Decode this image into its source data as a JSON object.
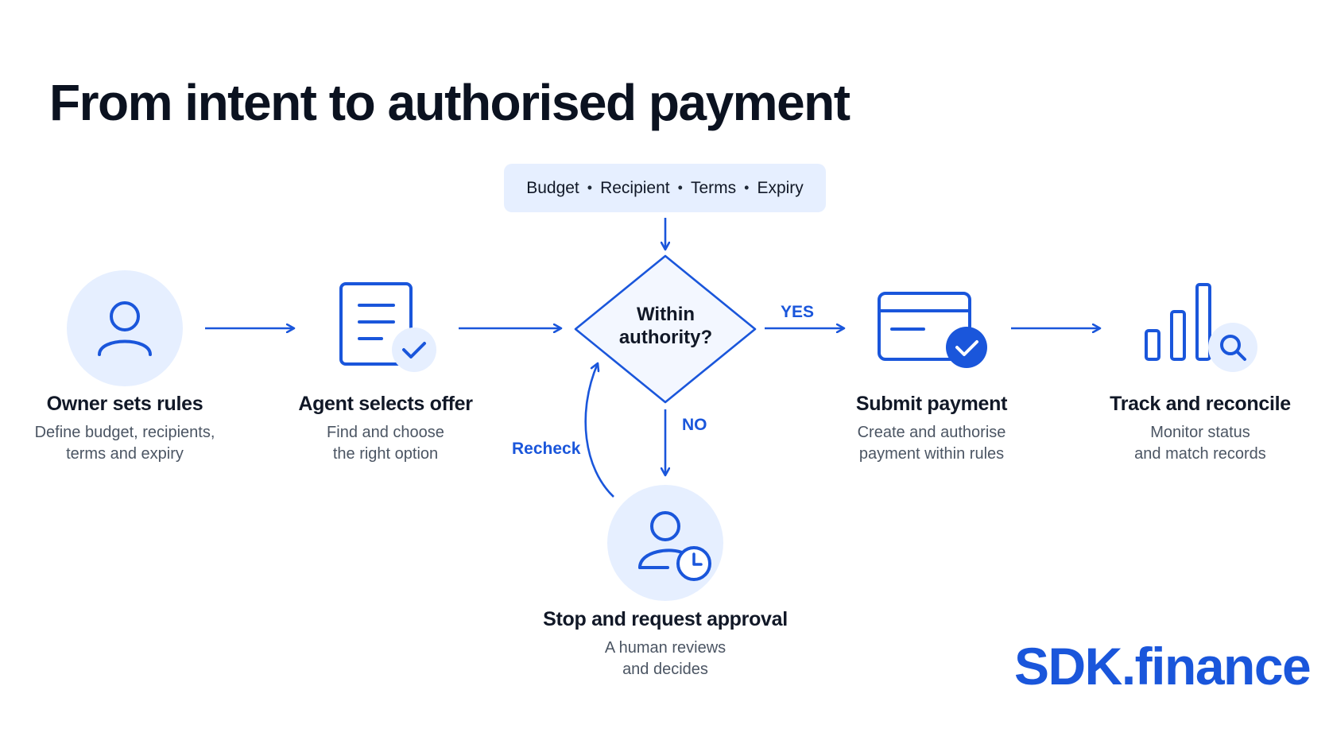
{
  "title": "From intent to authorised payment",
  "criteria": {
    "items": [
      "Budget",
      "Recipient",
      "Terms",
      "Expiry"
    ],
    "separator": "•"
  },
  "decision": {
    "label": "Within authority?",
    "yes_label": "YES",
    "no_label": "NO",
    "recheck_label": "Recheck"
  },
  "steps": {
    "owner": {
      "name": "Owner sets rules",
      "desc_line1": "Define budget, recipients,",
      "desc_line2": "terms and expiry",
      "icon": "user-icon"
    },
    "agent": {
      "name": "Agent selects offer",
      "desc_line1": "Find and choose",
      "desc_line2": "the right option",
      "icon": "document-check-icon"
    },
    "submit": {
      "name": "Submit payment",
      "desc_line1": "Create and authorise",
      "desc_line2": "payment within rules",
      "icon": "card-check-icon"
    },
    "track": {
      "name": "Track and reconcile",
      "desc_line1": "Monitor status",
      "desc_line2": "and match records",
      "icon": "chart-search-icon"
    },
    "approval": {
      "name": "Stop and request approval",
      "desc_line1": "A human reviews",
      "desc_line2": "and decides",
      "icon": "user-clock-icon"
    }
  },
  "brand": "SDK.finance",
  "colors": {
    "accent": "#1a56db",
    "icon_bg": "#e6efff",
    "title": "#0b1220"
  }
}
